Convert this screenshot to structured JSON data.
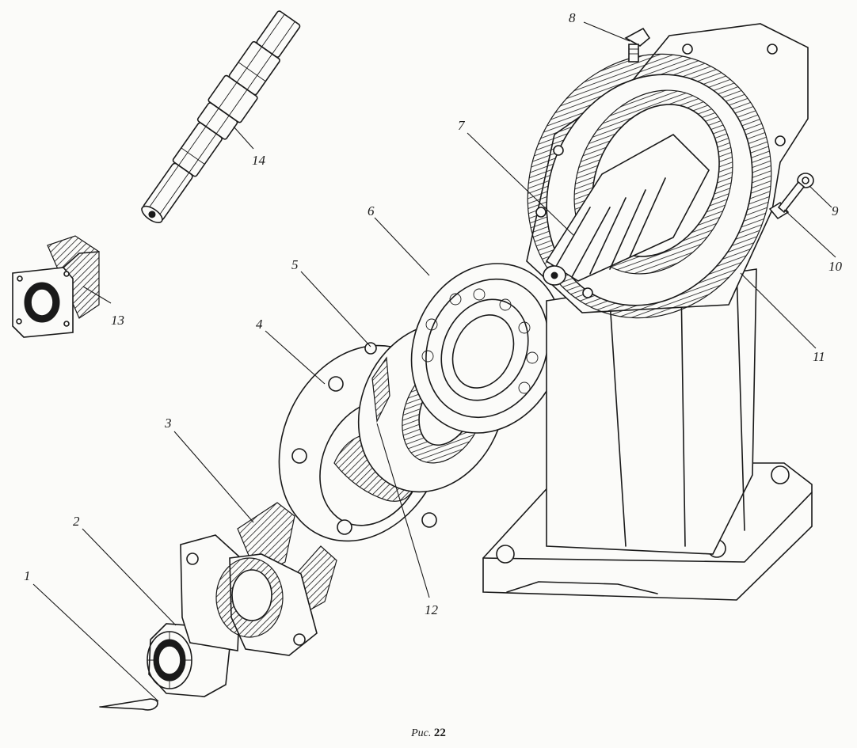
{
  "figure": {
    "caption_prefix": "Рис.",
    "caption_number": "22"
  },
  "callouts": [
    "1",
    "2",
    "3",
    "4",
    "5",
    "6",
    "7",
    "8",
    "9",
    "10",
    "11",
    "12",
    "13",
    "14"
  ]
}
